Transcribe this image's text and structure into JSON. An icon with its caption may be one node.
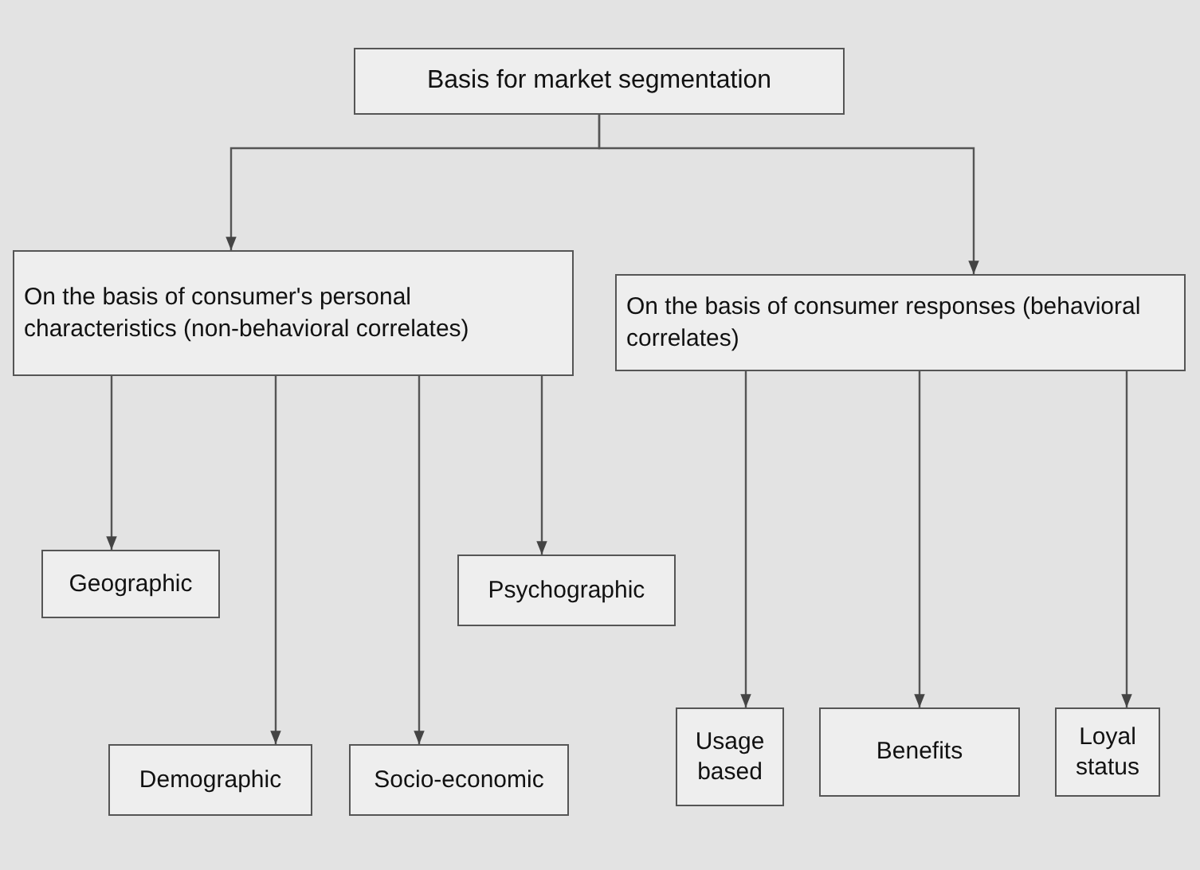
{
  "diagram": {
    "nodes": [
      {
        "text": [
          "Basis for market segmentation"
        ]
      },
      {
        "text": [
          "On the basis of consumer's personal characteristics (non-behavioral correlates)"
        ]
      },
      {
        "text": [
          "On the basis of consumer responses (behavioral correlates)"
        ]
      },
      {
        "text": [
          "Geographic"
        ]
      },
      {
        "text": [
          "Demographic"
        ]
      },
      {
        "text": [
          "Socio-economic"
        ]
      },
      {
        "text": [
          "Psychographic"
        ]
      },
      {
        "text": [
          "Usage based"
        ]
      },
      {
        "text": [
          "Benefits"
        ]
      },
      {
        "text": [
          "Loyal status"
        ]
      }
    ],
    "edges": [
      {
        "from": 0,
        "to": 1,
        "arrow": "to"
      },
      {
        "from": 0,
        "to": 2,
        "arrow": "to"
      },
      {
        "from": 1,
        "to": 3,
        "arrow": "to"
      },
      {
        "from": 1,
        "to": 4,
        "arrow": "to"
      },
      {
        "from": 1,
        "to": 5,
        "arrow": "to"
      },
      {
        "from": 1,
        "to": 6,
        "arrow": "to"
      },
      {
        "from": 2,
        "to": 7,
        "arrow": "to"
      },
      {
        "from": 2,
        "to": 8,
        "arrow": "to"
      },
      {
        "from": 2,
        "to": 9,
        "arrow": "to"
      }
    ]
  }
}
